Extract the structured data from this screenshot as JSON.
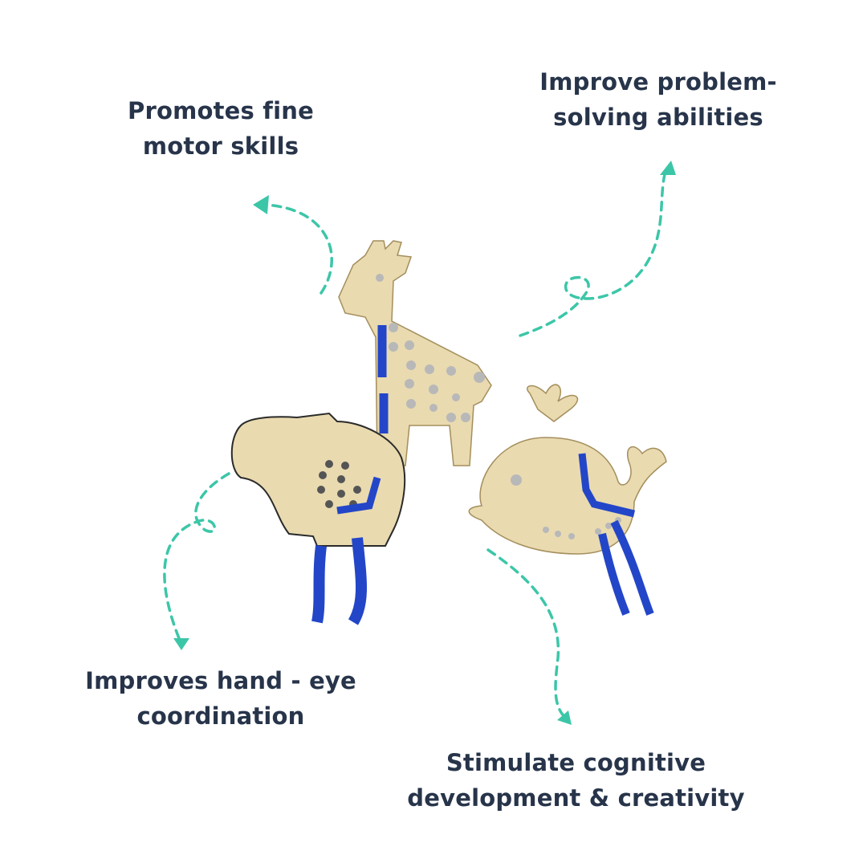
{
  "features": [
    {
      "line1": "Promotes fine",
      "line2": "motor skills"
    },
    {
      "line1": "Improve problem-",
      "line2": "solving abilities"
    },
    {
      "line1": "Improves hand - eye",
      "line2": "coordination"
    },
    {
      "line1": "Stimulate cognitive",
      "line2": "development & creativity"
    }
  ],
  "colors": {
    "text": "#27344a",
    "accent": "#3cc6a8",
    "wood": "#e8d9ae",
    "lace": "#2346c8"
  }
}
